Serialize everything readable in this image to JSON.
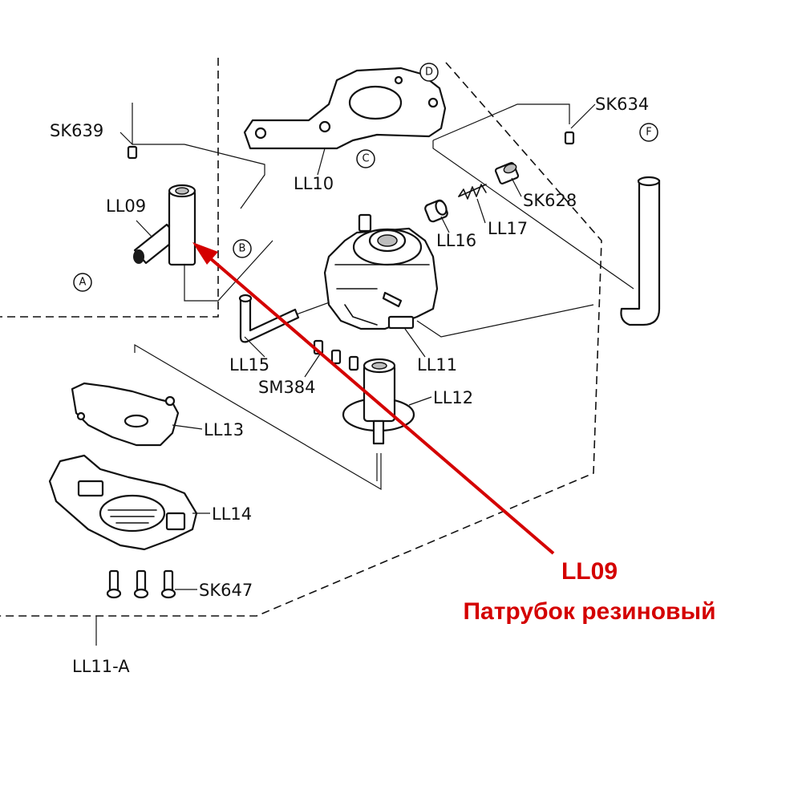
{
  "labels": {
    "sk639": "SK639",
    "sk634": "SK634",
    "ll10": "LL10",
    "ll09": "LL09",
    "sk628": "SK628",
    "ll17": "LL17",
    "ll16": "LL16",
    "ll15": "LL15",
    "sm384": "SM384",
    "ll11": "LL11",
    "ll12": "LL12",
    "ll13": "LL13",
    "ll14": "LL14",
    "sk647": "SK647",
    "ll11a": "LL11-A"
  },
  "circled_refs": {
    "a": "A",
    "b": "B",
    "c": "C",
    "d": "D",
    "f": "F"
  },
  "callout": {
    "code": "LL09",
    "description": "Патрубок резиновый",
    "color": "#d40000"
  }
}
